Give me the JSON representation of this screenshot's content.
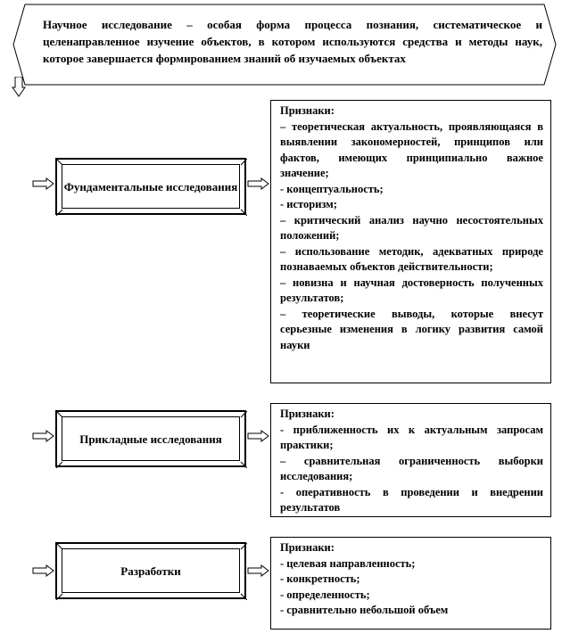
{
  "definition": "Научное исследование – особая форма процесса познания, систематическое и целенаправленное изучение объектов, в котором используются средства и методы наук, которое завершается формированием знаний об изучаемых объектах",
  "categories": [
    {
      "title": "Фундаментальные исследования",
      "signs_header": "Признаки:",
      "signs": [
        "– теоретическая актуальность, проявляющаяся в выявлении закономерностей, принципов или фактов, имеющих принципиально важное значение;",
        "- концептуальность;",
        "- историзм;",
        "– критический анализ научно несостоятельных положений;",
        "– использование методик, адекватных природе познаваемых объектов действительности;",
        "– новизна и научная достоверность полученных результатов;",
        "– теоретические выводы, которые внесут серьезные изменения в логику развития самой науки"
      ]
    },
    {
      "title": "Прикладные исследования",
      "signs_header": "Признаки:",
      "signs": [
        "- приближенность их к актуальным запросам практики;",
        "– сравнительная ограниченность выборки исследования;",
        "- оперативность в проведении и внедрении результатов"
      ]
    },
    {
      "title": "Разработки",
      "signs_header": "Признаки:",
      "signs": [
        "- целевая направленность;",
        "- конкретность;",
        "- определенность;",
        "- сравнительно небольшой объем"
      ]
    }
  ]
}
